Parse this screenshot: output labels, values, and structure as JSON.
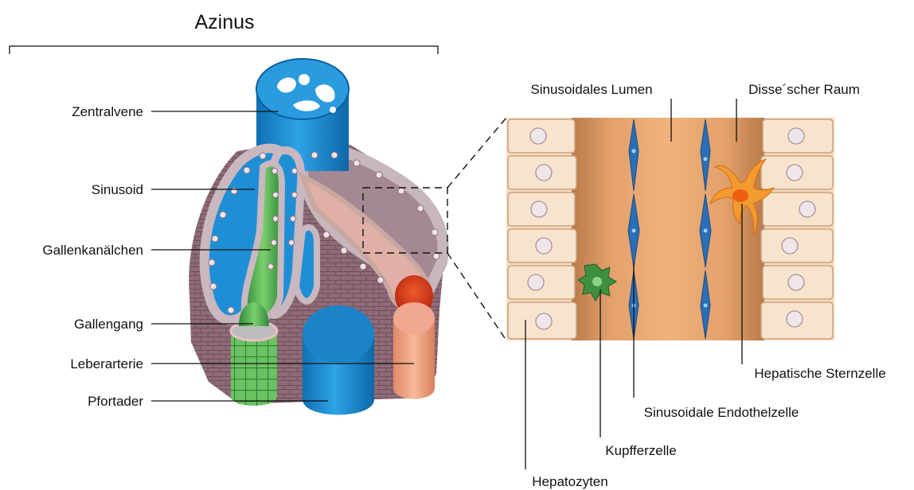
{
  "title": "Azinus",
  "left_labels": {
    "zentralvene": "Zentralvene",
    "sinusoid": "Sinusoid",
    "gallenkanaelchen": "Gallenkanälchen",
    "gallengang": "Gallengang",
    "leberarterie": "Leberarterie",
    "pfortader": "Pfortader"
  },
  "right_labels": {
    "sinusoidales_lumen": "Sinusoidales Lumen",
    "disse_raum": "Disse´scher Raum",
    "sternzelle": "Hepatische Sternzelle",
    "endothelzelle": "Sinusoidale Endothelzelle",
    "kupfferzelle": "Kupfferzelle",
    "hepatozyten": "Hepatozyten"
  },
  "colors": {
    "vein_blue": "#1e8fd6",
    "vein_blue_dark": "#0c5f9c",
    "bile_green": "#4caf50",
    "artery_red": "#d83a1c",
    "artery_salmon": "#f0a888",
    "hepatocyte": "#f7dcc0",
    "tissue_mauve": "#a08890",
    "sinus_orange": "#e6a066",
    "stellate": "#f08a1c"
  }
}
